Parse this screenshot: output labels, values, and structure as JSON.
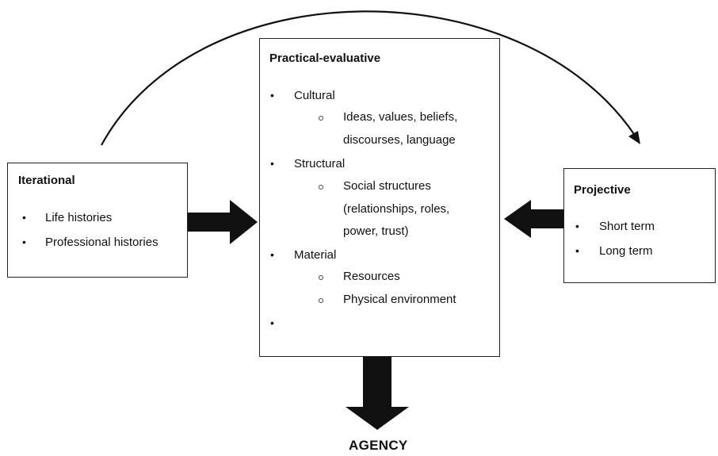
{
  "iterational": {
    "title": "Iterational",
    "items": [
      "Life histories",
      "Professional histories"
    ]
  },
  "practical": {
    "title": "Practical-evaluative",
    "cultural": {
      "label": "Cultural",
      "sub": [
        "Ideas, values, beliefs,",
        "discourses, language"
      ]
    },
    "structural": {
      "label": "Structural",
      "sub": [
        "Social structures",
        "(relationships, roles,",
        "power, trust)"
      ]
    },
    "material": {
      "label": "Material",
      "sub": [
        "Resources",
        "Physical environment"
      ]
    }
  },
  "projective": {
    "title": "Projective",
    "items": [
      "Short term",
      "Long term"
    ]
  },
  "agency_label": "AGENCY",
  "colors": {
    "stroke": "#222222",
    "arrow_fill": "#111111"
  }
}
